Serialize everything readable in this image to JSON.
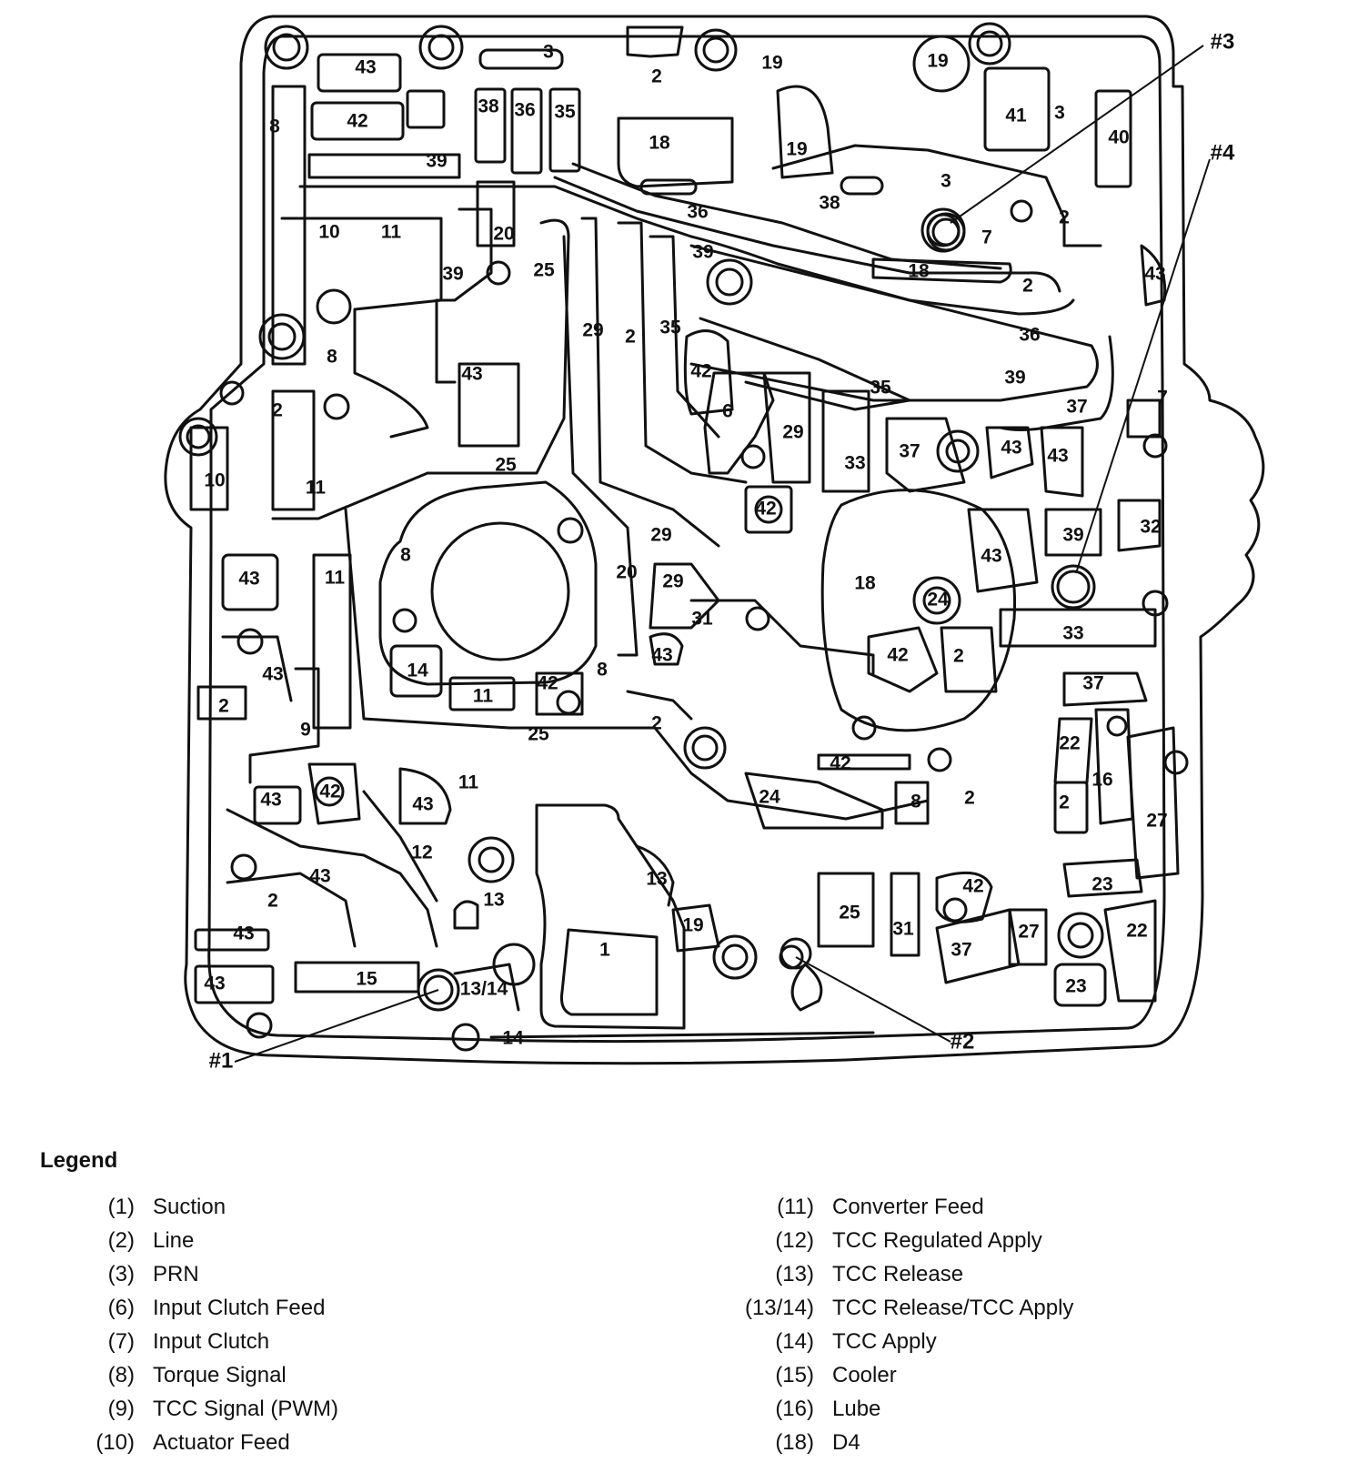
{
  "diagram": {
    "passages": [
      {
        "id": "43"
      },
      {
        "id": "3"
      },
      {
        "id": "2"
      },
      {
        "id": "19"
      },
      {
        "id": "19"
      },
      {
        "id": "8"
      },
      {
        "id": "42"
      },
      {
        "id": "38"
      },
      {
        "id": "36"
      },
      {
        "id": "35"
      },
      {
        "id": "18"
      },
      {
        "id": "19"
      },
      {
        "id": "41"
      },
      {
        "id": "3"
      },
      {
        "id": "40"
      },
      {
        "id": "39"
      },
      {
        "id": "3"
      },
      {
        "id": "38"
      },
      {
        "id": "36"
      },
      {
        "id": "20"
      },
      {
        "id": "10"
      },
      {
        "id": "11"
      },
      {
        "id": "7"
      },
      {
        "id": "2"
      },
      {
        "id": "39"
      },
      {
        "id": "39"
      },
      {
        "id": "25"
      },
      {
        "id": "18"
      },
      {
        "id": "43"
      },
      {
        "id": "2"
      },
      {
        "id": "8"
      },
      {
        "id": "29"
      },
      {
        "id": "2"
      },
      {
        "id": "35"
      },
      {
        "id": "36"
      },
      {
        "id": "42"
      },
      {
        "id": "43"
      },
      {
        "id": "39"
      },
      {
        "id": "35"
      },
      {
        "id": "7"
      },
      {
        "id": "2"
      },
      {
        "id": "6"
      },
      {
        "id": "29"
      },
      {
        "id": "37"
      },
      {
        "id": "10"
      },
      {
        "id": "11"
      },
      {
        "id": "25"
      },
      {
        "id": "33"
      },
      {
        "id": "37"
      },
      {
        "id": "43"
      },
      {
        "id": "43"
      },
      {
        "id": "42"
      },
      {
        "id": "29"
      },
      {
        "id": "39"
      },
      {
        "id": "32"
      },
      {
        "id": "8"
      },
      {
        "id": "43"
      },
      {
        "id": "11"
      },
      {
        "id": "20"
      },
      {
        "id": "29"
      },
      {
        "id": "18"
      },
      {
        "id": "24"
      },
      {
        "id": "43"
      },
      {
        "id": "31"
      },
      {
        "id": "33"
      },
      {
        "id": "43"
      },
      {
        "id": "42"
      },
      {
        "id": "2"
      },
      {
        "id": "43"
      },
      {
        "id": "14"
      },
      {
        "id": "11"
      },
      {
        "id": "42"
      },
      {
        "id": "8"
      },
      {
        "id": "2"
      },
      {
        "id": "37"
      },
      {
        "id": "9"
      },
      {
        "id": "25"
      },
      {
        "id": "2"
      },
      {
        "id": "22"
      },
      {
        "id": "42"
      },
      {
        "id": "16"
      },
      {
        "id": "43"
      },
      {
        "id": "42"
      },
      {
        "id": "43"
      },
      {
        "id": "11"
      },
      {
        "id": "24"
      },
      {
        "id": "8"
      },
      {
        "id": "2"
      },
      {
        "id": "2"
      },
      {
        "id": "27"
      },
      {
        "id": "12"
      },
      {
        "id": "43"
      },
      {
        "id": "13"
      },
      {
        "id": "23"
      },
      {
        "id": "42"
      },
      {
        "id": "2"
      },
      {
        "id": "13"
      },
      {
        "id": "25"
      },
      {
        "id": "43"
      },
      {
        "id": "19"
      },
      {
        "id": "31"
      },
      {
        "id": "27"
      },
      {
        "id": "22"
      },
      {
        "id": "1"
      },
      {
        "id": "37"
      },
      {
        "id": "43"
      },
      {
        "id": "15"
      },
      {
        "id": "13/14"
      },
      {
        "id": "23"
      },
      {
        "id": "14"
      }
    ],
    "callouts": [
      "#1",
      "#2",
      "#3",
      "#4"
    ]
  },
  "legend": {
    "title": "Legend",
    "left_column": [
      {
        "code": "(1)",
        "label": "Suction"
      },
      {
        "code": "(2)",
        "label": "Line"
      },
      {
        "code": "(3)",
        "label": "PRN"
      },
      {
        "code": "(6)",
        "label": "Input Clutch Feed"
      },
      {
        "code": "(7)",
        "label": "Input Clutch"
      },
      {
        "code": "(8)",
        "label": "Torque Signal"
      },
      {
        "code": "(9)",
        "label": "TCC Signal (PWM)"
      },
      {
        "code": "(10)",
        "label": "Actuator Feed"
      }
    ],
    "right_column": [
      {
        "code": "(11)",
        "label": "Converter Feed"
      },
      {
        "code": "(12)",
        "label": "TCC Regulated Apply"
      },
      {
        "code": "(13)",
        "label": "TCC Release"
      },
      {
        "code": "(13/14)",
        "label": "TCC Release/TCC Apply"
      },
      {
        "code": "(14)",
        "label": "TCC Apply"
      },
      {
        "code": "(15)",
        "label": "Cooler"
      },
      {
        "code": "(16)",
        "label": "Lube"
      },
      {
        "code": "(18)",
        "label": "D4"
      }
    ]
  }
}
